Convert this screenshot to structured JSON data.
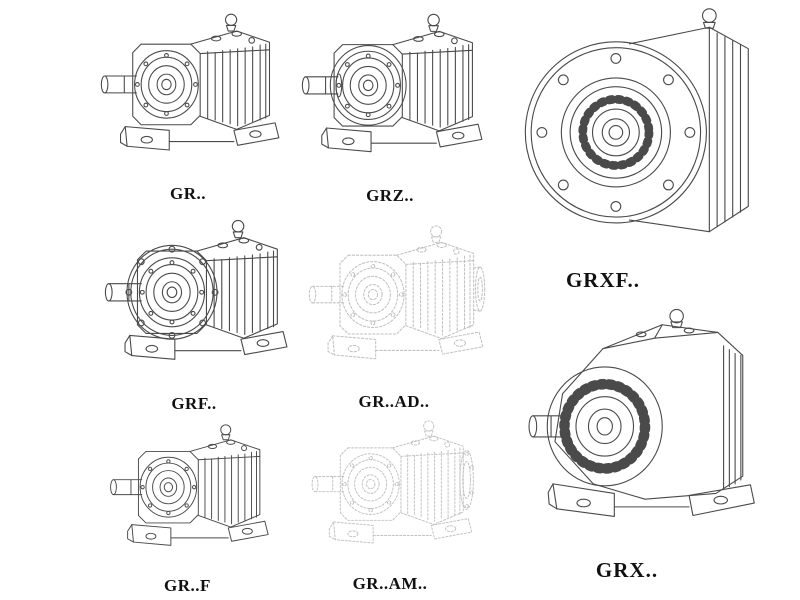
{
  "page": {
    "background": "#ffffff",
    "line_color": "#4a4a4a",
    "ghost_line_color": "#c2c2c2",
    "label_color": "#111111"
  },
  "catalog": {
    "items": [
      {
        "id": "gr",
        "label": "GR..",
        "style": "solid"
      },
      {
        "id": "grz",
        "label": "GRZ..",
        "style": "solid"
      },
      {
        "id": "grxf",
        "label": "GRXF..",
        "style": "solid"
      },
      {
        "id": "grf",
        "label": "GRF..",
        "style": "solid"
      },
      {
        "id": "gr-ad",
        "label": "GR..AD..",
        "style": "ghost"
      },
      {
        "id": "gr-f",
        "label": "GR..F",
        "style": "solid"
      },
      {
        "id": "gr-am",
        "label": "GR..AM..",
        "style": "ghost"
      },
      {
        "id": "grx",
        "label": "GRX..",
        "style": "solid"
      }
    ]
  }
}
